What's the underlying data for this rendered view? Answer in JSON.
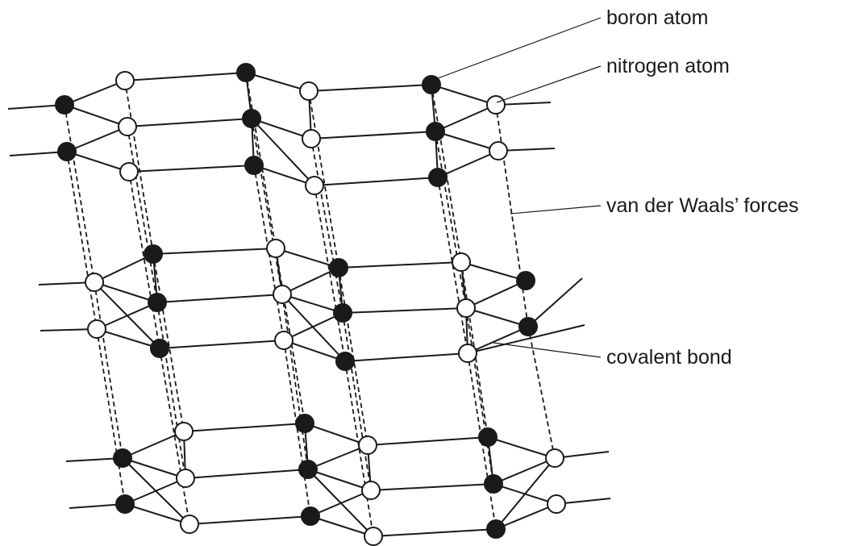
{
  "labels": {
    "boron": "boron atom",
    "nitrogen": "nitrogen atom",
    "vdw": "van der Waals’ forces",
    "covalent": "covalent bond"
  },
  "colors": {
    "boron_fill": "#1a1a1a",
    "nitrogen_fill": "#ffffff",
    "line": "#1a1a1a"
  }
}
